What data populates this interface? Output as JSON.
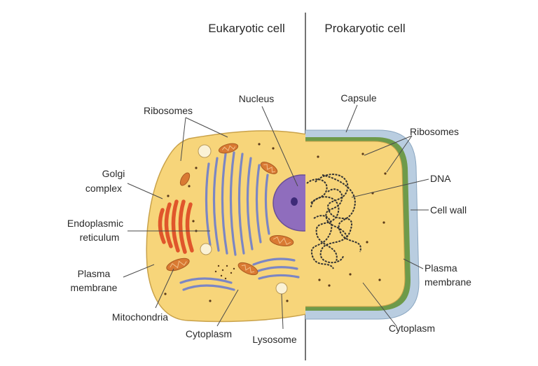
{
  "titles": {
    "eukaryotic": "Eukaryotic cell",
    "prokaryotic": "Prokaryotic cell"
  },
  "eukaryotic_labels": {
    "ribosomes": "Ribosomes",
    "nucleus": "Nucleus",
    "golgi_line1": "Golgi",
    "golgi_line2": "complex",
    "er_line1": "Endoplasmic",
    "er_line2": "reticulum",
    "plasma_line1": "Plasma",
    "plasma_line2": "membrane",
    "mitochondria": "Mitochondria",
    "cytoplasm": "Cytoplasm",
    "lysosome": "Lysosome"
  },
  "prokaryotic_labels": {
    "capsule": "Capsule",
    "ribosomes": "Ribosomes",
    "dna": "DNA",
    "cell_wall": "Cell wall",
    "plasma_line1": "Plasma",
    "plasma_line2": "membrane",
    "cytoplasm": "Cytoplasm"
  },
  "colors": {
    "cytoplasm_fill": "#f7d57a",
    "cell_outline": "#c9a24a",
    "capsule": "#b9cde0",
    "cell_wall": "#6e9a4a",
    "golgi": "#e0562b",
    "er": "#7b86c4",
    "nucleus": "#8f6dbd",
    "nucleolus": "#3d2a78",
    "mitochondria": "#d97a33",
    "dna": "#333333"
  }
}
